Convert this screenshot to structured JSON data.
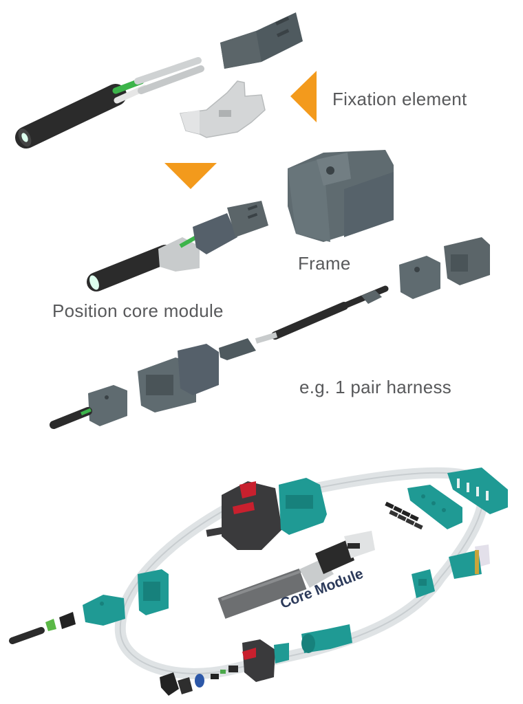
{
  "top_assembly": {
    "labels": {
      "fixation_element": "Fixation element",
      "frame": "Frame",
      "position_core_module": "Position core module",
      "harness_example": "e.g. 1 pair harness"
    },
    "arrows": {
      "color": "#f39a1c",
      "items": [
        {
          "name": "fixation-arrow",
          "direction": "left"
        },
        {
          "name": "assembly-arrow",
          "direction": "down"
        }
      ]
    },
    "colors": {
      "housing_gray": "#5f6b70",
      "cable_black": "#2b2b2b",
      "wire_green": "#3cb44a",
      "metal": "#c9cccd",
      "text": "#58595b"
    }
  },
  "bottom_assembly": {
    "labels": {
      "core_module": "Core Module"
    },
    "colors": {
      "teal": "#1f9a94",
      "dark_housing": "#3a3a3c",
      "red_latch": "#c8202e",
      "cable_sheath": "#e3e6e8",
      "text": "#2c3a5a"
    }
  }
}
